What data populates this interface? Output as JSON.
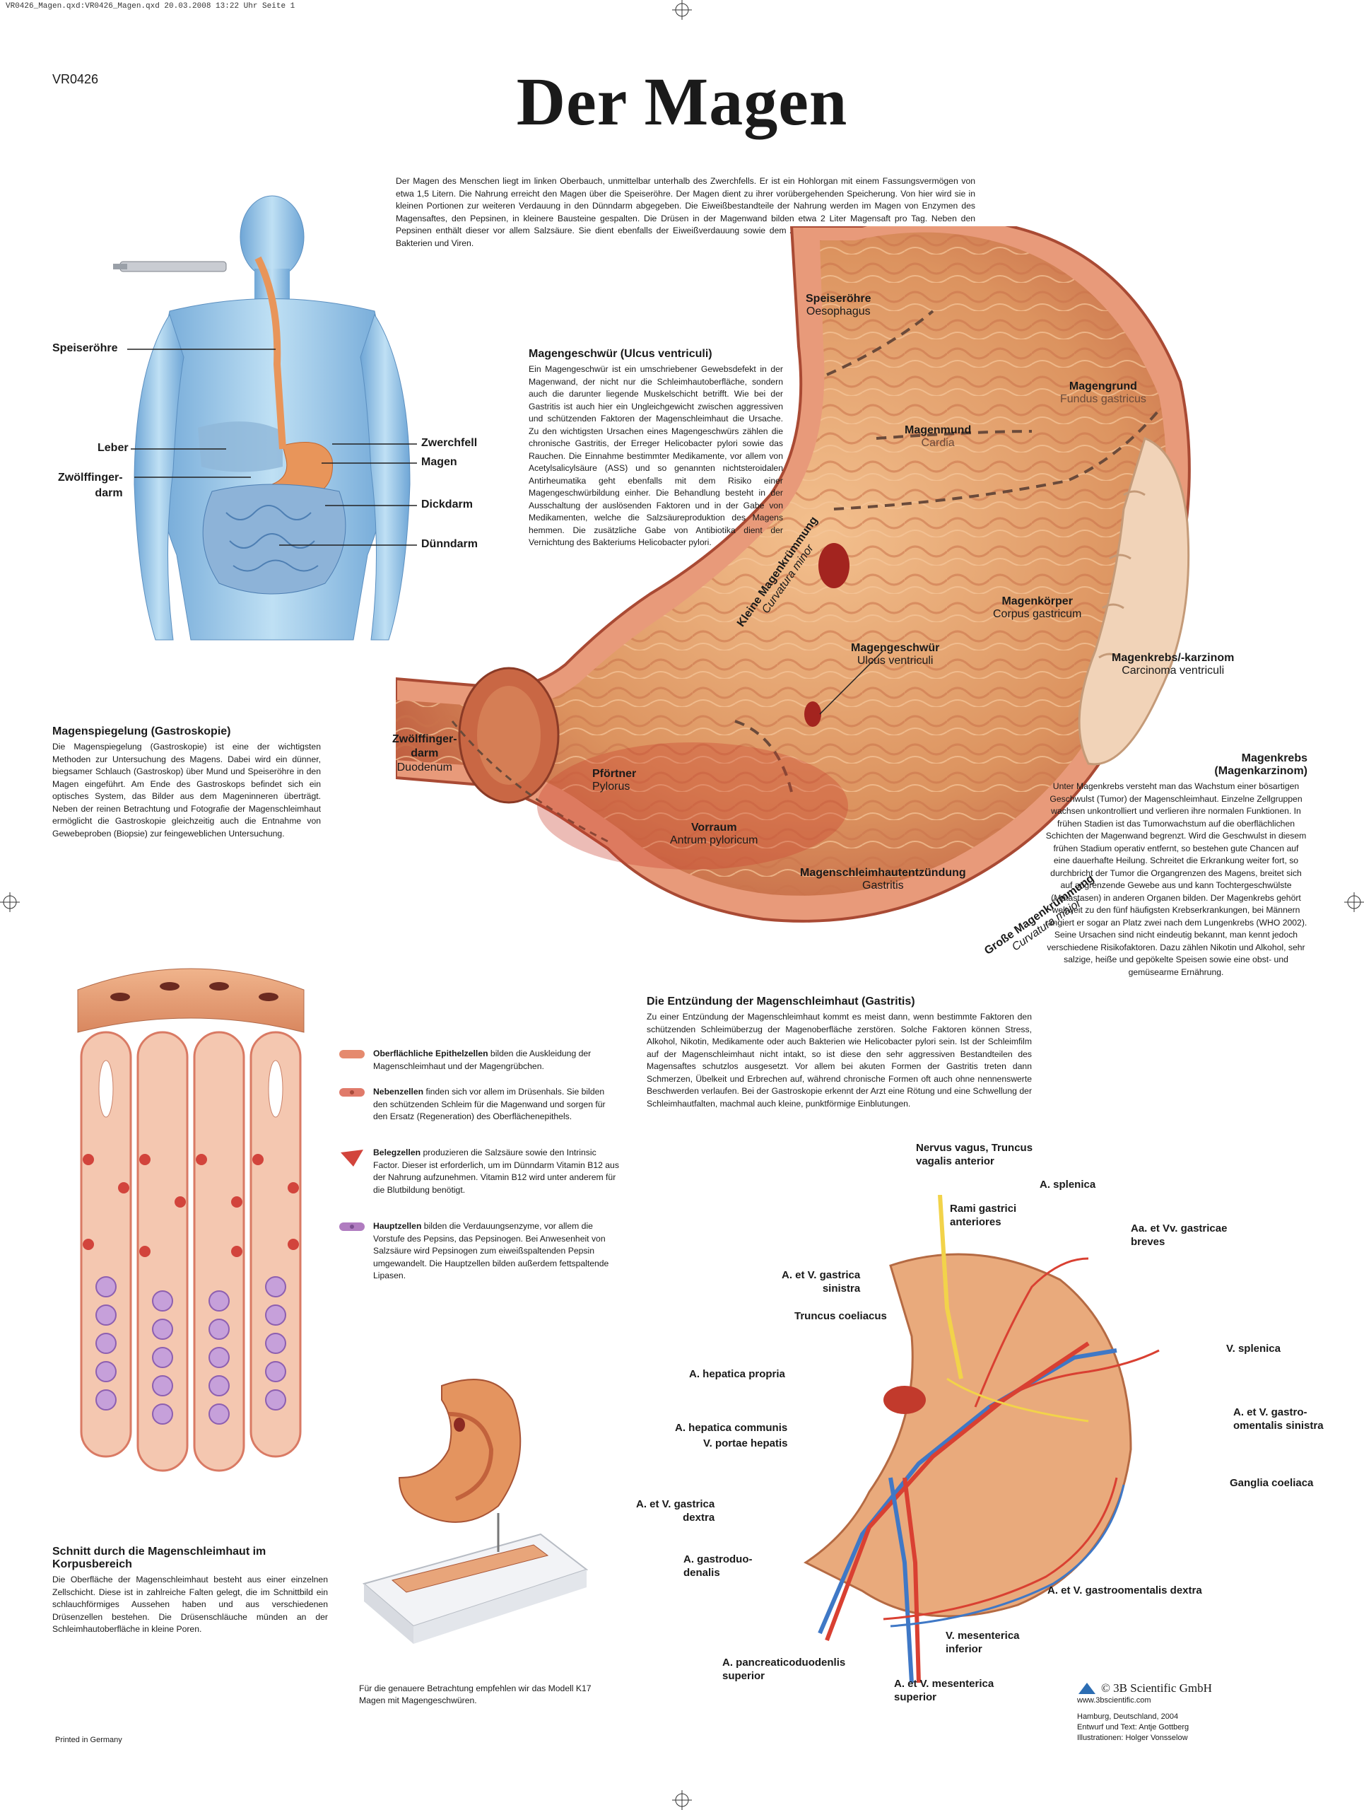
{
  "slug": "VR0426_Magen.qxd:VR0426_Magen.qxd  20.03.2008  13:22 Uhr  Seite 1",
  "code": "VR0426",
  "title": "Der Magen",
  "intro": "Der Magen des Menschen liegt im linken Oberbauch, unmittelbar unterhalb des Zwerchfells. Er ist ein Hohlorgan mit einem Fassungsvermögen von etwa 1,5 Litern. Die Nahrung erreicht den Magen über die Speiseröhre. Der Magen dient zu ihrer vorübergehenden Speicherung. Von hier wird sie in kleinen Portionen zur weiteren Verdauung in den Dünndarm abgegeben. Die Eiweißbestandteile der Nahrung werden im Magen von Enzymen des Magensaftes, den Pepsinen, in kleinere Bausteine gespalten. Die Drüsen in der Magenwand bilden etwa 2 Liter Magensaft pro Tag. Neben den Pepsinen enthält dieser vor allem Salzsäure. Sie dient ebenfalls der Eiweißverdauung sowie dem Abtöten von mit der Nahrung aufgenommenen Bakterien und Viren.",
  "body_labels": {
    "speiseroehre": "Speiseröhre",
    "leber": "Leber",
    "zwoelffingerdarm": "Zwölffinger-\ndarm",
    "zwerchfell": "Zwerchfell",
    "magen": "Magen",
    "dickdarm": "Dickdarm",
    "duenndarm": "Dünndarm"
  },
  "gastroskopie": {
    "heading": "Magenspiegelung (Gastroskopie)",
    "text": "Die Magenspiegelung (Gastroskopie) ist eine der wichtigsten Methoden zur Untersuchung des Magens. Dabei wird ein dünner, biegsamer Schlauch (Gastroskop) über Mund und Speiseröhre in den Magen eingeführt. Am Ende des Gastroskops befindet sich ein optisches System, das Bilder aus dem Mageninneren überträgt. Neben der reinen Betrachtung und Fotografie der Magenschleimhaut ermöglicht die Gastroskopie gleichzeitig auch die Entnahme von Gewebeproben (Biopsie) zur feingeweblichen Untersuchung."
  },
  "ulcus": {
    "heading": "Magengeschwür (Ulcus ventriculi)",
    "text": "Ein Magengeschwür ist ein umschriebener Gewebsdefekt in der Magenwand, der nicht nur die Schleimhautoberfläche, sondern auch die darunter liegende Muskelschicht betrifft. Wie bei der Gastritis ist auch hier ein Ungleichgewicht zwischen aggressiven und schützenden Faktoren der Magenschleimhaut die Ursache. Zu den wichtigsten Ursachen eines Magengeschwürs zählen die chronische Gastritis, der Erreger Helicobacter pylori sowie das Rauchen. Die Einnahme bestimmter Medikamente, vor allem von Acetylsalicylsäure (ASS) und so genannten nichtsteroidalen Antirheumatika geht ebenfalls mit dem Risiko einer Magengeschwürbildung einher. Die Behandlung besteht in der Ausschaltung der auslösenden Faktoren und in der Gabe von Medikamenten, welche die Salzsäureproduktion des Magens hemmen. Die zusätzliche Gabe von Antibiotika dient der Vernichtung des Bakteriums Helicobacter pylori."
  },
  "stomach_labels": {
    "oesophagus": {
      "de": "Speiseröhre",
      "la": "Oesophagus"
    },
    "fundus": {
      "de": "Magengrund",
      "la": "Fundus gastricus"
    },
    "cardia": {
      "de": "Magenmund",
      "la": "Cardia"
    },
    "corpus": {
      "de": "Magenkörper",
      "la": "Corpus gastricum"
    },
    "ulcus": {
      "de": "Magengeschwür",
      "la": "Ulcus ventriculi"
    },
    "karzinom": {
      "de": "Magenkrebs/-karzinom",
      "la": "Carcinoma ventriculi"
    },
    "duodenum": {
      "de": "Zwölffinger-\ndarm",
      "la": "Duodenum"
    },
    "pylorus": {
      "de": "Pförtner",
      "la": "Pylorus"
    },
    "antrum": {
      "de": "Vorraum",
      "la": "Antrum pyloricum"
    },
    "gastritis": {
      "de": "Magenschleimhautentzündung",
      "la": "Gastritis"
    },
    "minor": {
      "de": "Kleine Magenkrümmung",
      "la": "Curvatura minor"
    },
    "major": {
      "de": "Große Magenkrümmung",
      "la": "Curvatura major"
    }
  },
  "krebs": {
    "heading": "Magenkrebs\n(Magenkarzinom)",
    "text": "Unter Magenkrebs versteht man das Wachstum einer bösartigen Geschwulst (Tumor) der Magenschleimhaut. Einzelne Zellgruppen wachsen unkontrolliert und verlieren ihre normalen Funktionen. In frühen Stadien ist das Tumorwachstum auf die oberflächlichen Schichten der Magenwand begrenzt. Wird die Geschwulst in diesem frühen Stadium operativ entfernt, so bestehen gute Chancen auf eine dauerhafte Heilung. Schreitet die Erkrankung weiter fort, so durchbricht der Tumor die Organgrenzen des Magens, breitet sich auf angrenzende Gewebe aus und kann Tochtergeschwülste (Metastasen) in anderen Organen bilden. Der Magenkrebs gehört weltweit zu den fünf häufigsten Krebserkrankungen, bei Männern rangiert er sogar an Platz zwei nach dem Lungenkrebs (WHO 2002). Seine Ursachen sind nicht eindeutig bekannt, man kennt jedoch verschiedene Risikofaktoren. Dazu zählen Nikotin und Alkohol, sehr salzige, heiße und gepökelte Speisen sowie eine obst- und gemüsearme Ernährung."
  },
  "gastritis": {
    "heading": "Die Entzündung der Magenschleimhaut (Gastritis)",
    "text": "Zu einer Entzündung der Magenschleimhaut kommt es meist dann, wenn bestimmte Faktoren den schützenden Schleimüberzug der Magenoberfläche zerstören. Solche Faktoren können Stress, Alkohol, Nikotin, Medikamente oder auch Bakterien wie Helicobacter pylori sein. Ist der Schleimfilm auf der Magenschleimhaut nicht intakt, so ist diese den sehr aggressiven Bestandteilen des Magensaftes schutzlos ausgesetzt. Vor allem bei akuten Formen der Gastritis treten dann Schmerzen, Übelkeit und Erbrechen auf, während chronische Formen oft auch ohne nennenswerte Beschwerden verlaufen. Bei der Gastroskopie erkennt der Arzt eine Rötung und eine Schwellung der Schleimhautfalten, machmal auch kleine, punktförmige Einblutungen."
  },
  "cells": [
    {
      "name": "Oberflächliche Epithelzellen",
      "text": " bilden die Auskleidung der Magenschleimhaut und der Magengrübchen.",
      "color": "#e58a6e"
    },
    {
      "name": "Nebenzellen",
      "text": " finden sich vor allem im Drüsenhals. Sie bilden den schützenden Schleim für die Magenwand und sorgen für den Ersatz (Regeneration) des Oberflächenepithels.",
      "color": "#e07a6a"
    },
    {
      "name": "Belegzellen",
      "text": " produzieren die Salzsäure sowie den Intrinsic Factor. Dieser ist erforderlich, um im Dünndarm Vitamin B12 aus der Nahrung aufzunehmen. Vitamin B12 wird unter anderem für die Blutbildung benötigt.",
      "color": "#d2443c"
    },
    {
      "name": "Hauptzellen",
      "text": " bilden die Verdauungsenzyme, vor allem die Vorstufe des Pepsins, das Pepsinogen. Bei Anwesenheit von Salzsäure wird Pepsinogen zum eiweißspaltenden Pepsin umgewandelt. Die Hauptzellen bilden außerdem fettspaltende Lipasen.",
      "color": "#b07cc0"
    }
  ],
  "schnitt": {
    "heading": "Schnitt durch die Magenschleimhaut im Korpusbereich",
    "text": "Die Oberfläche der Magenschleimhaut besteht aus einer einzelnen Zellschicht. Diese ist in zahlreiche Falten gelegt, die im Schnittbild ein schlauchförmiges Aussehen haben und aus verschiedenen Drüsenzellen bestehen. Die Drüsenschläuche münden an der Schleimhautoberfläche in kleine Poren."
  },
  "model_caption": "Für die genauere Betrachtung empfehlen wir das Modell K17 Magen mit Magengeschwüren.",
  "vessels": {
    "vagus": "Nervus vagus, Truncus\nvagalis anterior",
    "splenica": "A. splenica",
    "rami": "Rami gastrici\nanteriores",
    "breves": "Aa. et Vv. gastricae\nbreves",
    "sinistra": "A. et V. gastrica\nsinistra",
    "coeliacus": "Truncus coeliacus",
    "vsplenica": "V. splenica",
    "propria": "A. hepatica propria",
    "gastroomentalis_sin": "A. et V. gastro-\nomentalis sinistra",
    "communis": "A. hepatica communis",
    "portae": "V. portae hepatis",
    "ganglia": "Ganglia coeliaca",
    "dextra": "A. et V. gastrica\ndextra",
    "gastroduo": "A. gastroduo-\ndenalis",
    "gastroomentalis_dex": "A. et V. gastroomentalis dextra",
    "mesenterica_inf": "V. mesenterica\ninferior",
    "pancreatico": "A. pancreaticoduodenlis\nsuperior",
    "mesenterica_sup": "A. et V. mesenterica\nsuperior"
  },
  "publisher": {
    "name": "© 3B Scientific GmbH",
    "url": "www.3bscientific.com",
    "city": "Hamburg, Deutschland, 2004",
    "author": "Entwurf und Text: Antje Gottberg",
    "illustrator": "Illustrationen: Holger Vonsselow"
  },
  "printed": "Printed in Germany",
  "colors": {
    "tissue": "#d98a5f",
    "tissue_dark": "#b9533a",
    "fold": "#f0b07e",
    "skin": "#9cc6e6",
    "artery": "#d94032",
    "vein": "#3f78c6",
    "nerve": "#f2d34a"
  }
}
